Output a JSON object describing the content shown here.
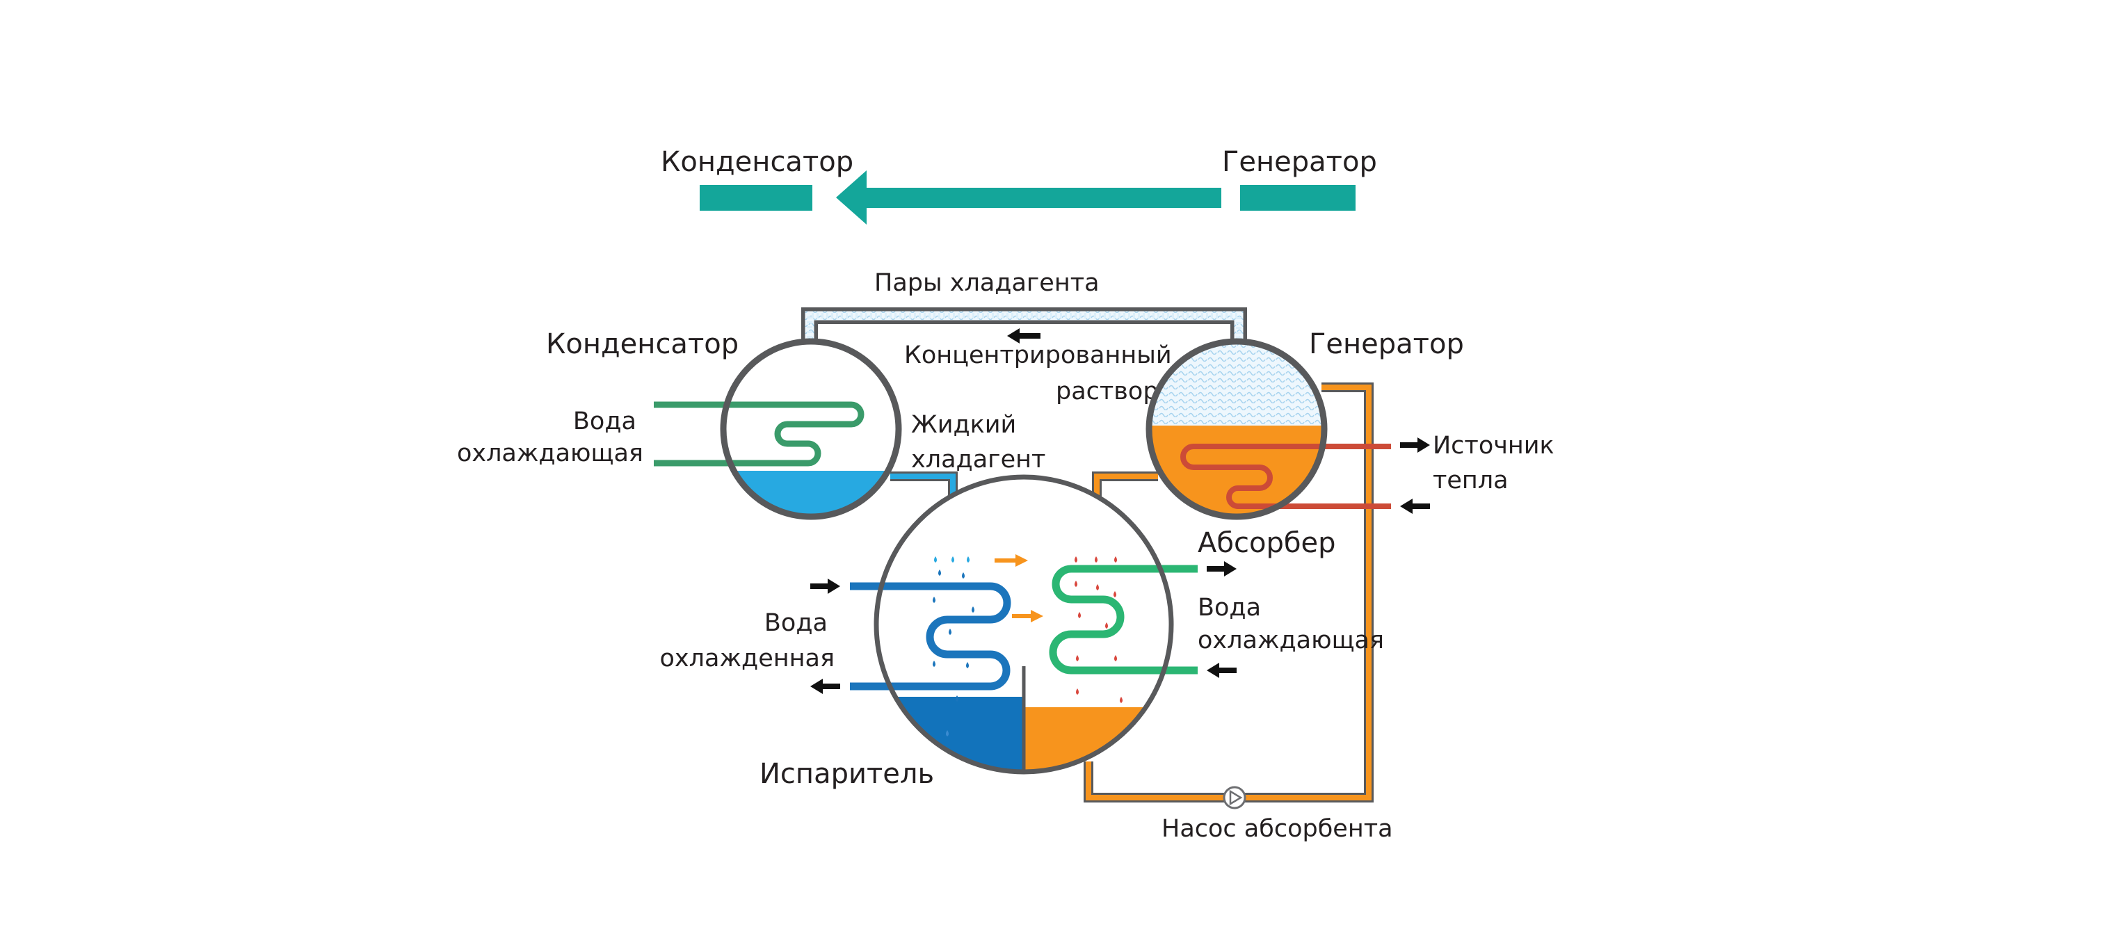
{
  "colors": {
    "teal": "#14a69a",
    "shell": "#58595b",
    "condenser_water": "#27a9e1",
    "evaporator_water": "#1273bb",
    "solution": "#f7941d",
    "cooling_coil": "#2bb673",
    "condenser_coil": "#3a9b6a",
    "chilled_coil": "#1b75bc",
    "heat_coil": "#cc4b37",
    "drop_red": "#d9473d",
    "vapor_fill": "#dceffa",
    "arrow": "#111111"
  },
  "header": {
    "left_label": "Конденсатор",
    "right_label": "Генератор",
    "flow_direction": "right-to-left"
  },
  "labels": {
    "vapor_pipe": "Пары хладагента",
    "condenser": "Конденсатор",
    "generator": "Генератор",
    "concentrated_line1": "Концентрированный",
    "concentrated_line2": "раствор",
    "liquid_line1": "Жидкий",
    "liquid_line2": "хладагент",
    "cond_water_line1": "Вода",
    "cond_water_line2": "охлаждающая",
    "heat_line1": "Источник",
    "heat_line2": "тепла",
    "absorber": "Абсорбер",
    "abs_water_line1": "Вода",
    "abs_water_line2": "охлаждающая",
    "chilled_line1": "Вода",
    "chilled_line2": "охлажденная",
    "evaporator": "Испаритель",
    "pump": "Насос абсорбента"
  }
}
